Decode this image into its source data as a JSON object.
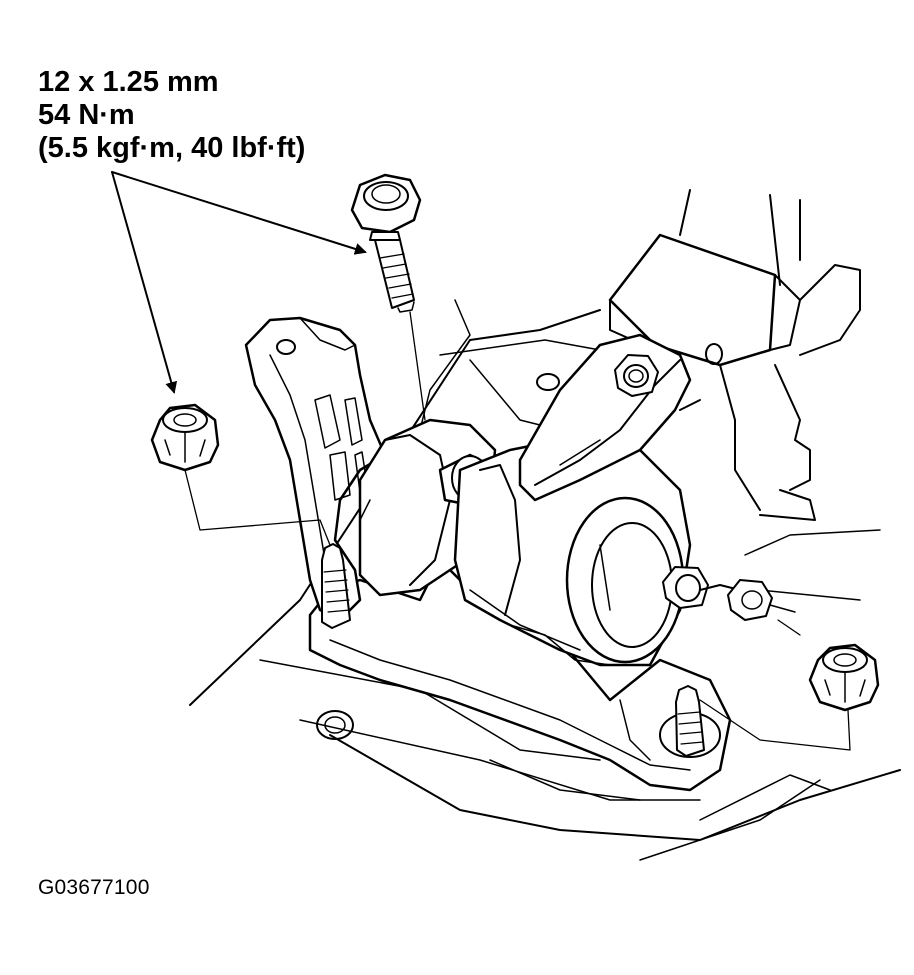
{
  "spec": {
    "size": "12 x 1.25 mm",
    "torque_nm": "54 N·m",
    "torque_alt": "(5.5 kgf·m, 40 lbf·ft)"
  },
  "figure_id": "G03677100",
  "colors": {
    "ink": "#000000",
    "paper": "#ffffff"
  },
  "icons": [
    "flange-bolt-icon",
    "flange-nut-icon",
    "stud-icon",
    "mount-bracket-icon"
  ]
}
